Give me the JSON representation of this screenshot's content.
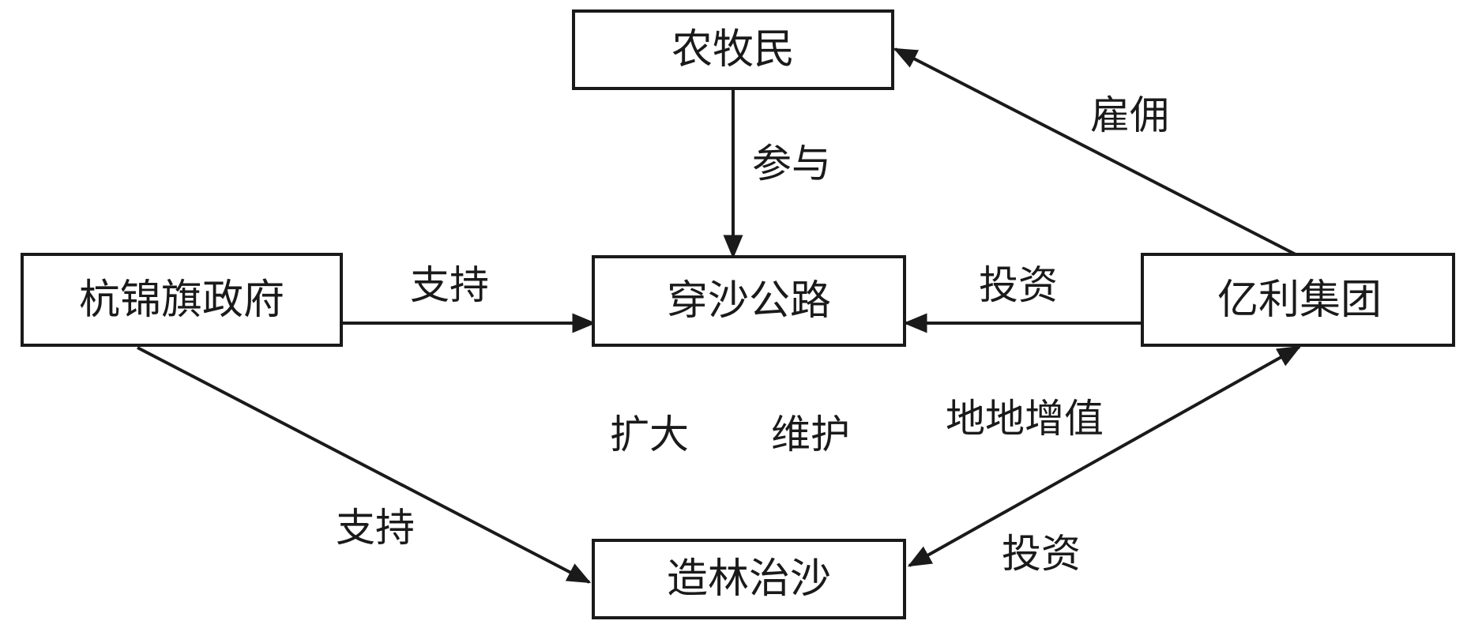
{
  "nodes": {
    "farmers": "农牧民",
    "government": "杭锦旗政府",
    "road": "穿沙公路",
    "elion": "亿利集团",
    "afforestation": "造林治沙"
  },
  "edges": {
    "farmers_to_road": "参与",
    "elion_to_farmers": "雇佣",
    "government_to_road": "支持",
    "elion_to_road": "投资",
    "government_to_afforestation": "支持",
    "elion_afforestation_land": "地地增值",
    "elion_afforestation_invest": "投资",
    "expand": "扩大",
    "maintain": "维护"
  },
  "colors": {
    "stroke": "#1a1a1a",
    "fill": "#ffffff"
  }
}
